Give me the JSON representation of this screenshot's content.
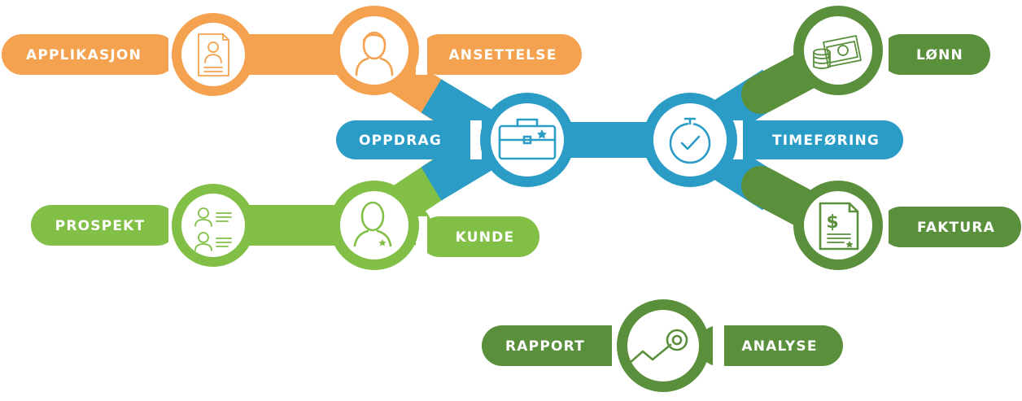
{
  "colors": {
    "orange": "#f4a24f",
    "blue": "#2b9cc6",
    "lime": "#82bf47",
    "green": "#5a8f3c"
  },
  "labels": {
    "applikasjon": "APPLIKASJON",
    "ansettelse": "ANSETTELSE",
    "oppdrag": "OPPDRAG",
    "prospekt": "PROSPEKT",
    "kunde": "KUNDE",
    "lonn": "LØNN",
    "timeforing": "TIMEFØRING",
    "faktura": "FAKTURA",
    "rapport": "RAPPORT",
    "analyse": "ANALYSE"
  },
  "icons": {
    "applikasjon": "resume-document-icon",
    "ansettelse": "person-icon",
    "oppdrag": "briefcase-icon",
    "prospekt": "prospect-list-icon",
    "kunde": "customer-icon",
    "timeforing": "stopwatch-icon",
    "lonn": "money-stack-icon",
    "faktura": "invoice-icon",
    "rapport": "analytics-chart-icon"
  }
}
